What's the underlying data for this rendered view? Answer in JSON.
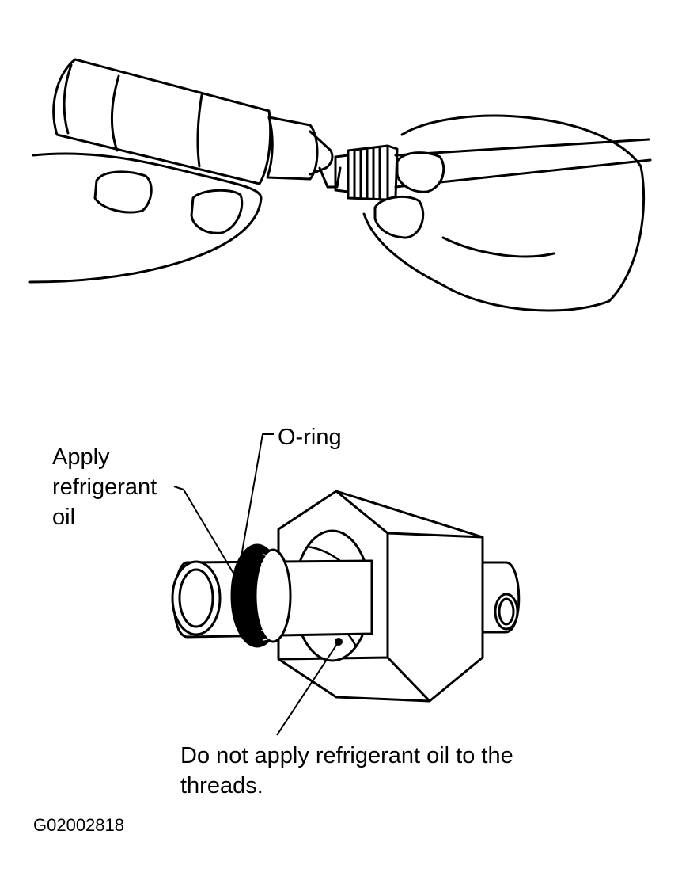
{
  "labels": {
    "apply_oil": "Apply refrigerant oil",
    "o_ring": "O-ring",
    "no_threads": "Do not apply refrigerant oil to the threads.",
    "figure_id": "G02002818"
  },
  "colors": {
    "ink": "#000000",
    "paper": "#ffffff"
  }
}
